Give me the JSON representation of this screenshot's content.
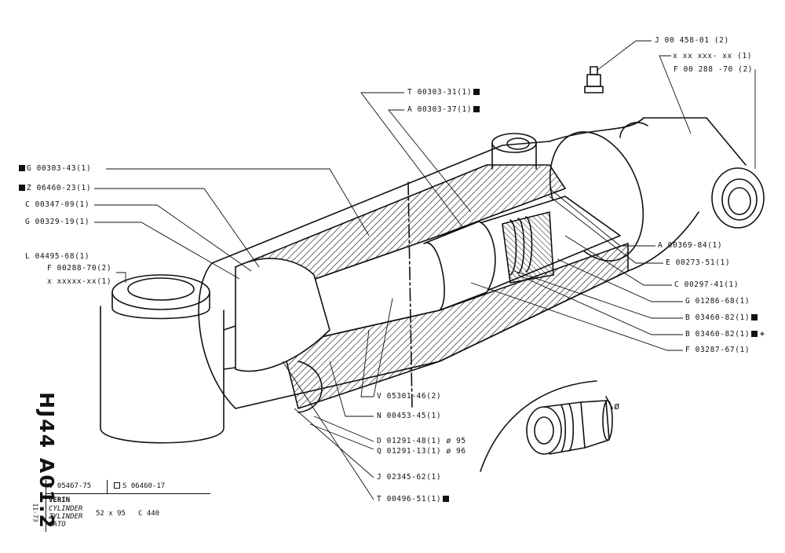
{
  "labels": {
    "j_00458": {
      "text": "J 00 458-01 (2)"
    },
    "x_xx_xxx": {
      "text": "x xx xxx- xx (1)"
    },
    "f_00288_right": {
      "text": "F 00 288 -70 (2)"
    },
    "t_00303": {
      "text": "T 00303-31(1)"
    },
    "a_00303": {
      "text": "A 00303-37(1)"
    },
    "g_00303": {
      "text": "G 00303-43(1)"
    },
    "z_06460": {
      "text": "Z 06460-23(1)"
    },
    "c_00347": {
      "text": "C 00347-09(1)"
    },
    "g_00329": {
      "text": "G 00329-19(1)"
    },
    "l_04495": {
      "text": "L 04495-68(1)"
    },
    "f_00288_left": {
      "text": "F 00288-70(2)"
    },
    "x_xxxxx": {
      "text": "x xxxxx-xx(1)"
    },
    "a_00369": {
      "text": "A 00369-84(1)"
    },
    "e_00273": {
      "text": "E 00273-51(1)"
    },
    "c_00297": {
      "text": "C 00297-41(1)"
    },
    "g_01286": {
      "text": "G 01286-68(1)"
    },
    "b_03460_a": {
      "text": "B 03460-82(1)"
    },
    "b_03460_b": {
      "text": "B 03460-82(1)"
    },
    "f_03287": {
      "text": "F 03287-67(1)"
    },
    "v_05301": {
      "text": "V 05301-46(2)"
    },
    "n_00453": {
      "text": "N 00453-45(1)"
    },
    "d_01291": {
      "text": "D 01291-48(1) ø 95"
    },
    "q_01291": {
      "text": "Q 01291-13(1) ø 96"
    },
    "j_02345": {
      "text": "J 02345-62(1)"
    },
    "t_00496": {
      "text": "T 00496-51(1)"
    }
  },
  "detail": {
    "diameter_symbol": "ø"
  },
  "side": {
    "code": "HJ44 A01.2",
    "date": "11-73"
  },
  "title_block": {
    "ref_v": "V 05467-75",
    "ref_s": "S 06460-17",
    "lang_fr": "VERIN",
    "lang_en": "CYLINDER",
    "lang_de": "ZYLINDER",
    "lang_es": "GATO",
    "size": "52 x 95",
    "model": "C 440"
  },
  "colors": {
    "ink": "#111111",
    "paper": "#ffffff"
  }
}
